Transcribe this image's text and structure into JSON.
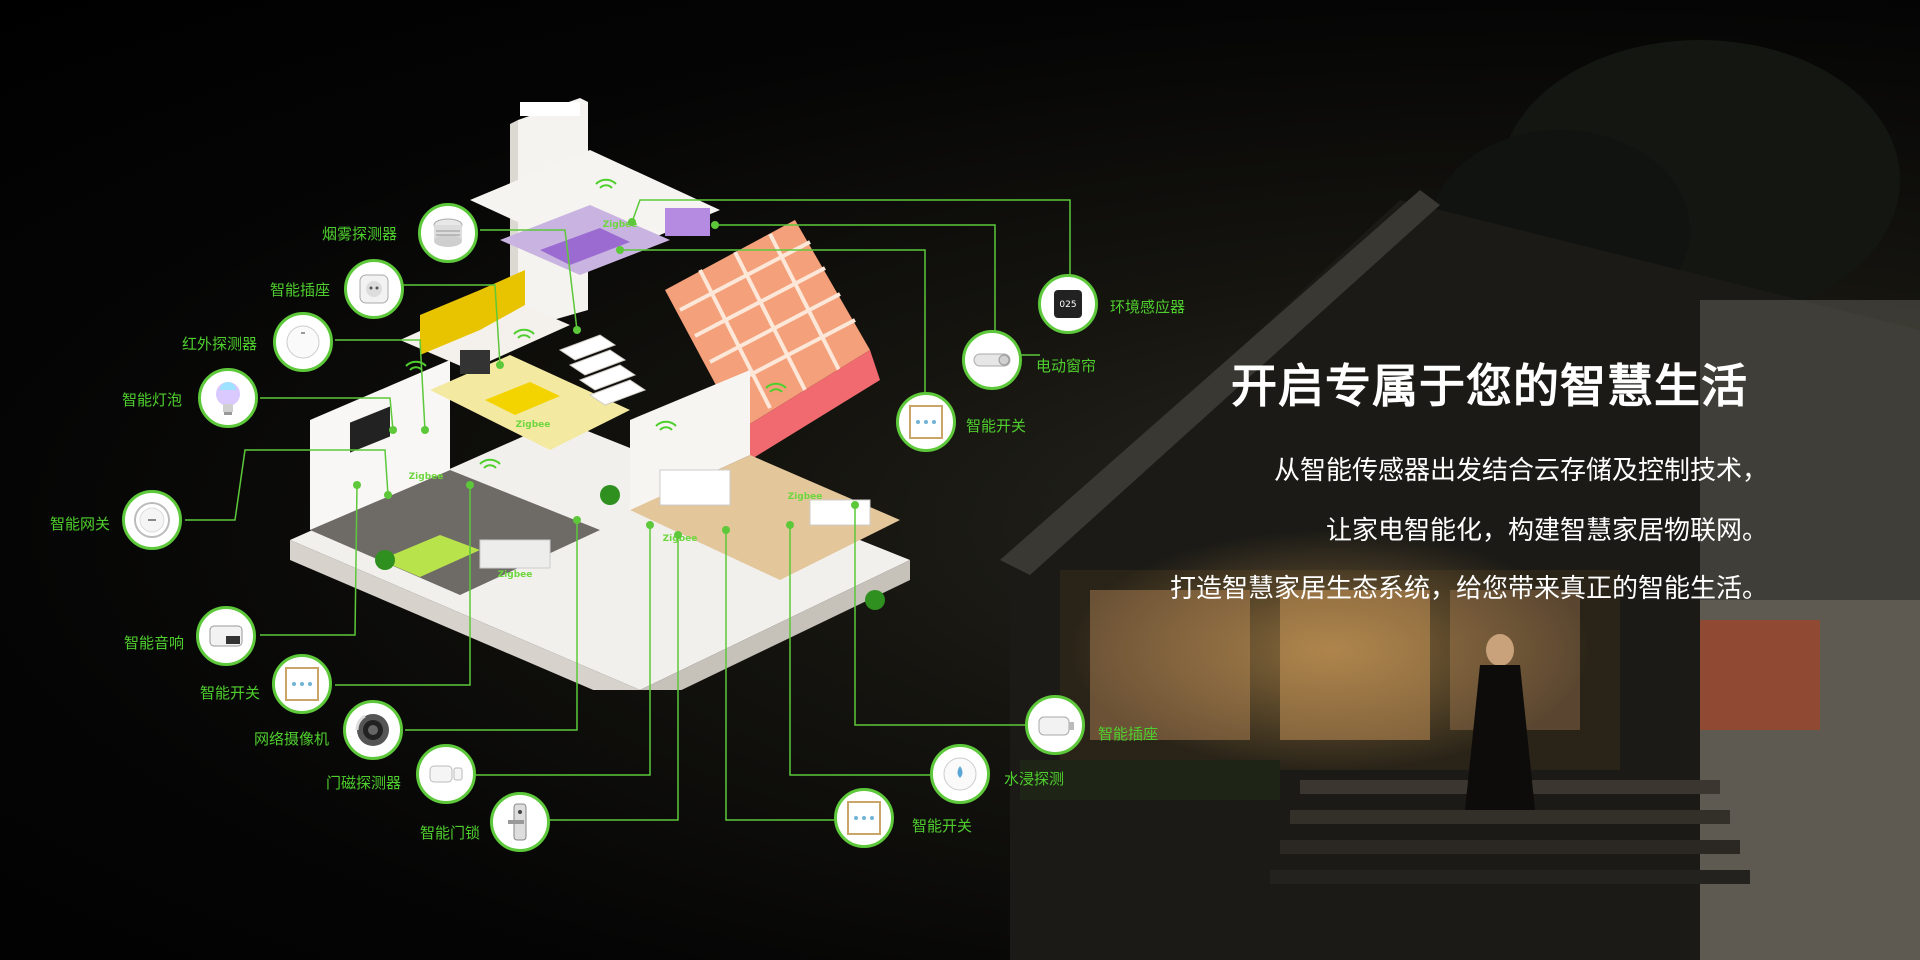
{
  "headline": "开启专属于您的智慧生活",
  "description": {
    "line1": "从智能传感器出发结合云存储及控制技术，",
    "line2": "让家电智能化，构建智慧家居物联网。",
    "line3": "打造智慧家居生态系统，给您带来真正的智能生活。"
  },
  "zigbee_label": "Zigbee",
  "env_sensor_display": "025",
  "devices": {
    "smoke_detector": "烟雾探测器",
    "smart_socket_left": "智能插座",
    "infrared_detector": "红外探测器",
    "smart_bulb": "智能灯泡",
    "smart_gateway": "智能网关",
    "smart_speaker": "智能音响",
    "smart_switch_left": "智能开关",
    "network_camera": "网络摄像机",
    "door_sensor": "门磁探测器",
    "smart_lock": "智能门锁",
    "env_sensor": "环境感应器",
    "electric_curtain": "电动窗帘",
    "smart_switch_right_top": "智能开关",
    "smart_socket_right": "智能插座",
    "water_sensor": "水浸探测",
    "smart_switch_bottom": "智能开关"
  },
  "colors": {
    "accent_green": "#5cc83a",
    "label_green": "#4fcf2e",
    "roof_salmon": "#f4a07a",
    "wall_white": "#f2f0ed",
    "kitchen_yellow": "#e8c400"
  }
}
